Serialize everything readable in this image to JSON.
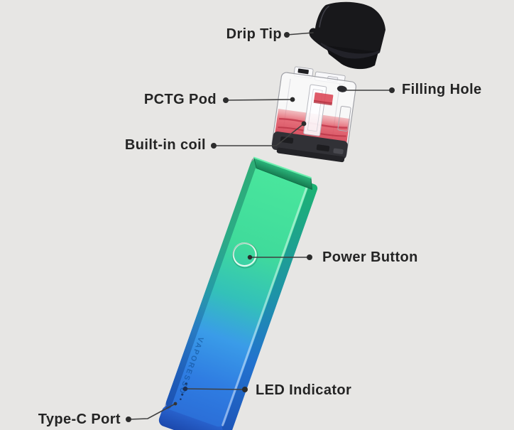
{
  "diagram": {
    "background_color": "#e7e6e4",
    "device": {
      "brand": "VAPORESSO",
      "body_gradient_top": "#4ae79d",
      "body_gradient_bottom": "#2b6fd8",
      "pod_liquid_color": "#e05a64",
      "drip_tip_color": "#18181b",
      "led_dot_color": "#14305e"
    },
    "labels": {
      "drip_tip": "Drip Tip",
      "pctg_pod": "PCTG Pod",
      "filling_hole": "Filling Hole",
      "built_in_coil": "Built-in coil",
      "power_button": "Power Button",
      "led_indicator": "LED Indicator",
      "type_c_port": "Type-C Port"
    },
    "connector_color": "#3f3f3f",
    "label_text_color": "#242424"
  }
}
